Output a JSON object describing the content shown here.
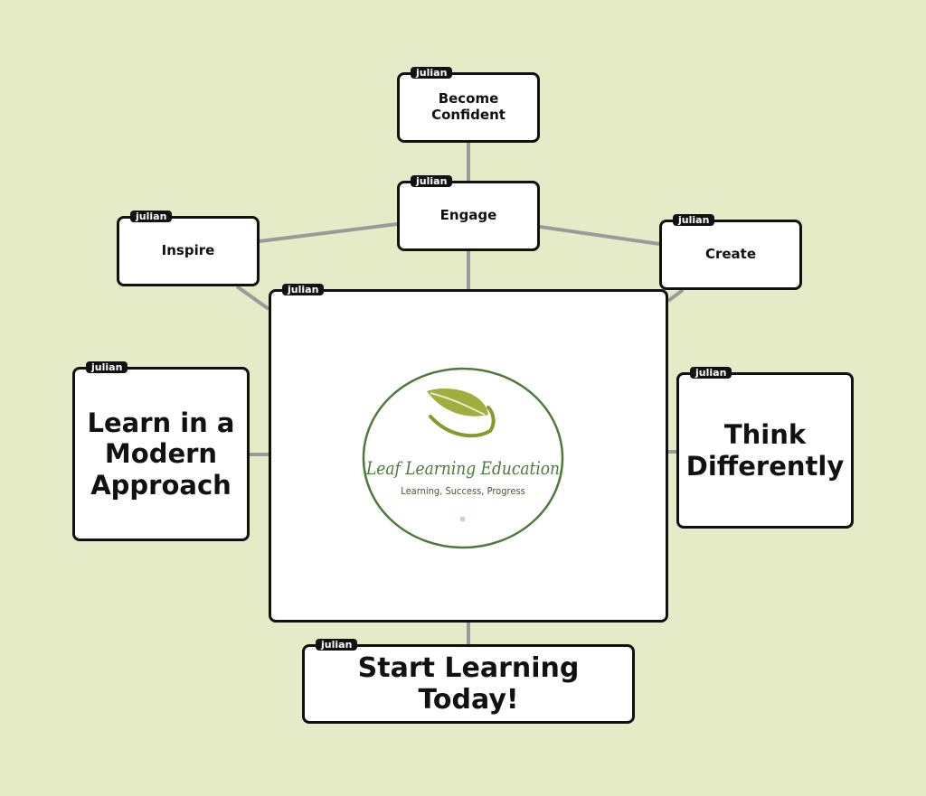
{
  "nodes": {
    "confident": {
      "text": "Become\nConfident",
      "tag": "julian"
    },
    "engage": {
      "text": "Engage",
      "tag": "julian"
    },
    "inspire": {
      "text": "Inspire",
      "tag": "julian"
    },
    "create": {
      "text": "Create",
      "tag": "julian"
    },
    "center": {
      "tag": "julian"
    },
    "modern": {
      "text": "Learn in a\nModern\nApproach",
      "tag": "julian"
    },
    "think": {
      "text": "Think\nDifferently",
      "tag": "julian"
    },
    "start": {
      "text": "Start Learning Today!",
      "tag": "julian"
    }
  },
  "logo": {
    "name": "Leaf Learning Education",
    "tagline": "Learning, Success, Progress"
  },
  "colors": {
    "background": "#e6ebc7",
    "connector": "#9a9a9a",
    "logo_green": "#4c7a3a",
    "leaf_olive": "#8a9a2a"
  }
}
